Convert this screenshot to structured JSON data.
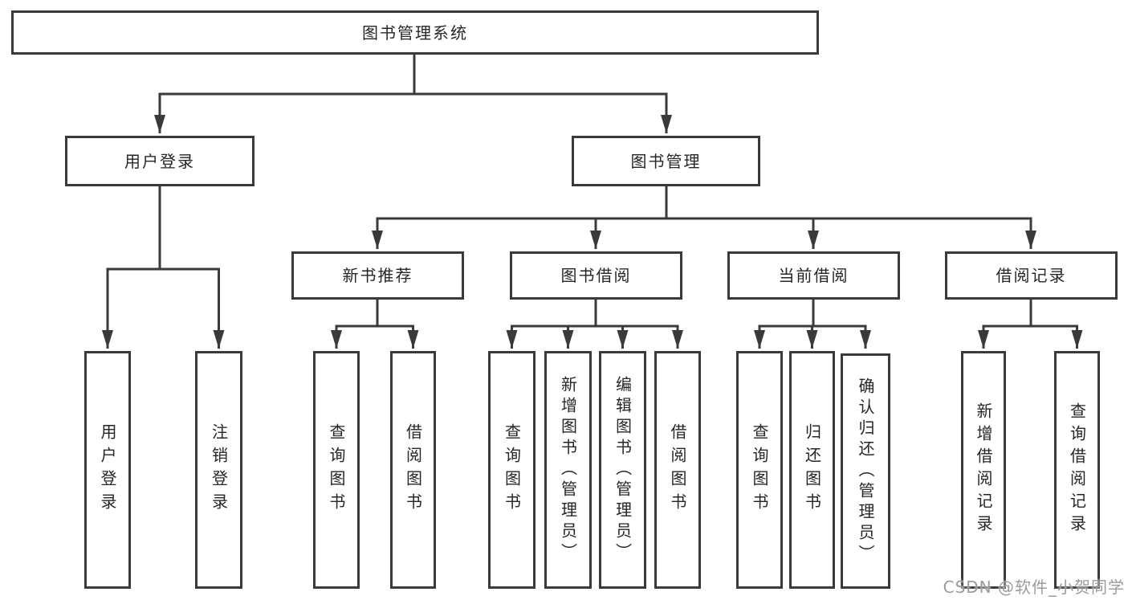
{
  "tree": {
    "label": "图书管理系统",
    "children": [
      {
        "label": "用户登录",
        "children": [
          {
            "label": "用户登录"
          },
          {
            "label": "注销登录"
          }
        ]
      },
      {
        "label": "图书管理",
        "children": [
          {
            "label": "新书推荐",
            "children": [
              {
                "label": "查询图书"
              },
              {
                "label": "借阅图书"
              }
            ]
          },
          {
            "label": "图书借阅",
            "children": [
              {
                "label": "查询图书"
              },
              {
                "label": "新增图书（管理员）"
              },
              {
                "label": "编辑图书（管理员）"
              },
              {
                "label": "借阅图书"
              }
            ]
          },
          {
            "label": "当前借阅",
            "children": [
              {
                "label": "查询图书"
              },
              {
                "label": "归还图书"
              },
              {
                "label": "确认归还（管理员）"
              }
            ]
          },
          {
            "label": "借阅记录",
            "children": [
              {
                "label": "新增借阅记录"
              },
              {
                "label": "查询借阅记录"
              }
            ]
          }
        ]
      }
    ]
  },
  "watermark": {
    "text": "CSDN @软件_小贺同学"
  },
  "colors": {
    "line": "#3a3a3a",
    "text": "#262626",
    "box_background": "#ffffff",
    "watermark": "#9b9b9b"
  }
}
